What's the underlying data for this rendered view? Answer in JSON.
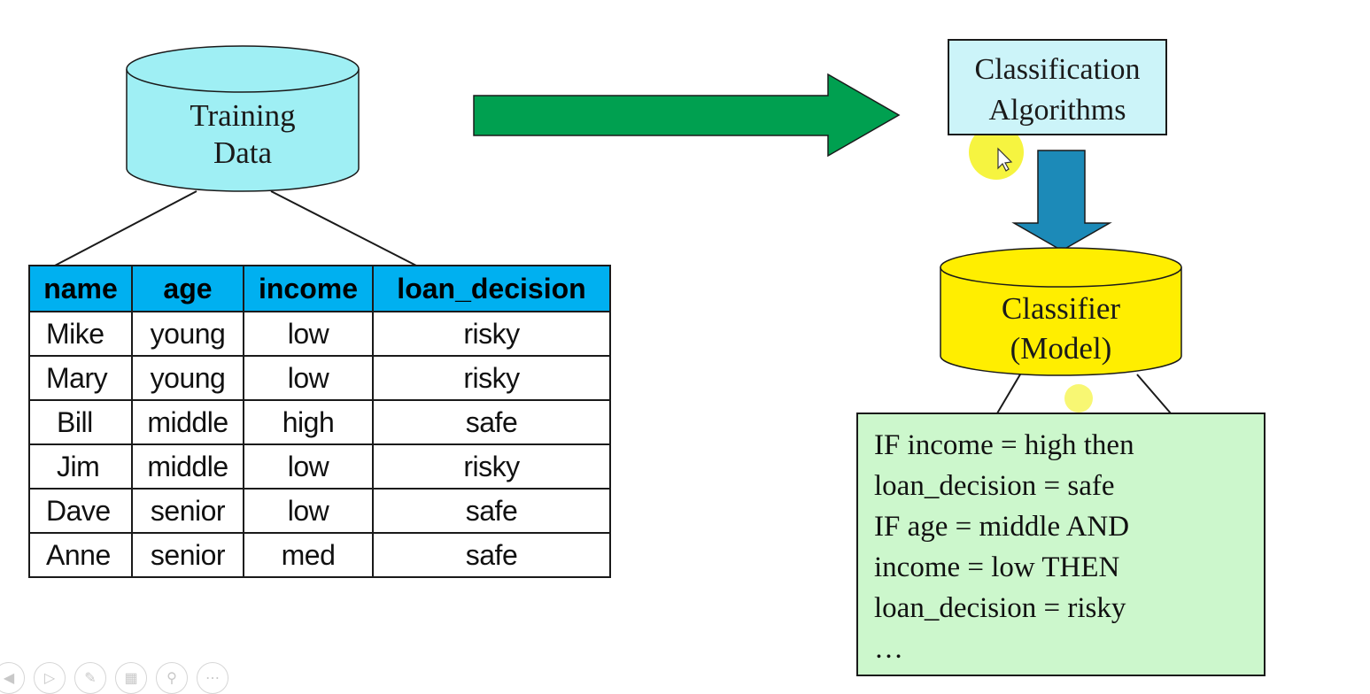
{
  "training": {
    "line1": "Training",
    "line2": "Data"
  },
  "algorithms": {
    "line1": "Classification",
    "line2": "Algorithms"
  },
  "classifier": {
    "line1": "Classifier",
    "line2": "(Model)"
  },
  "table": {
    "headers": [
      "name",
      "age",
      "income",
      "loan_decision"
    ],
    "rows": [
      [
        "Mike",
        "young",
        "low",
        "risky"
      ],
      [
        "Mary",
        "young",
        "low",
        "risky"
      ],
      [
        "Bill",
        "middle",
        "high",
        "safe"
      ],
      [
        "Jim",
        "middle",
        "low",
        "risky"
      ],
      [
        "Dave",
        "senior",
        "low",
        "safe"
      ],
      [
        "Anne",
        "senior",
        "med",
        "safe"
      ]
    ]
  },
  "rules": [
    "IF income = high then",
    "loan_decision = safe",
    "IF age = middle AND",
    "income = low THEN",
    "loan_decision = risky",
    "…"
  ],
  "colors": {
    "training_cylinder": "#9feff4",
    "classifier_cylinder": "#ffee00",
    "table_header": "#00b0f0",
    "right_arrow": "#00a050",
    "down_arrow": "#1c8ab8",
    "algorithms_box": "#ccf4f9",
    "rules_box": "#ccf7cc"
  },
  "toolbar": {
    "icons": [
      "prev-icon",
      "play-icon",
      "pen-icon",
      "slides-icon",
      "zoom-icon",
      "more-icon"
    ]
  }
}
